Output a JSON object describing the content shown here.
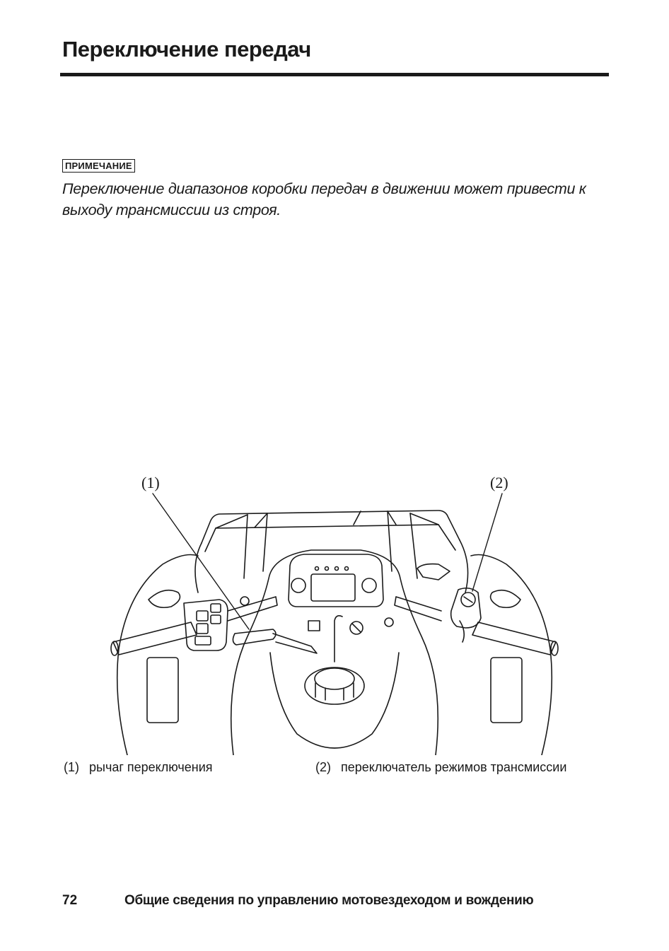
{
  "header": {
    "title": "Переключение передач"
  },
  "note": {
    "badge": "ПРИМЕЧАНИЕ",
    "text": "Переключение диапазонов коробки передач в движении может привести к выходу трансмиссии из строя."
  },
  "figure": {
    "callouts": [
      {
        "num": "(1)",
        "label": "рычаг переключения"
      },
      {
        "num": "(2)",
        "label": "переключатель режимов трансмиссии"
      }
    ]
  },
  "footer": {
    "page_number": "72",
    "section": "Общие сведения по управлению мотовездеходом и вождению"
  }
}
